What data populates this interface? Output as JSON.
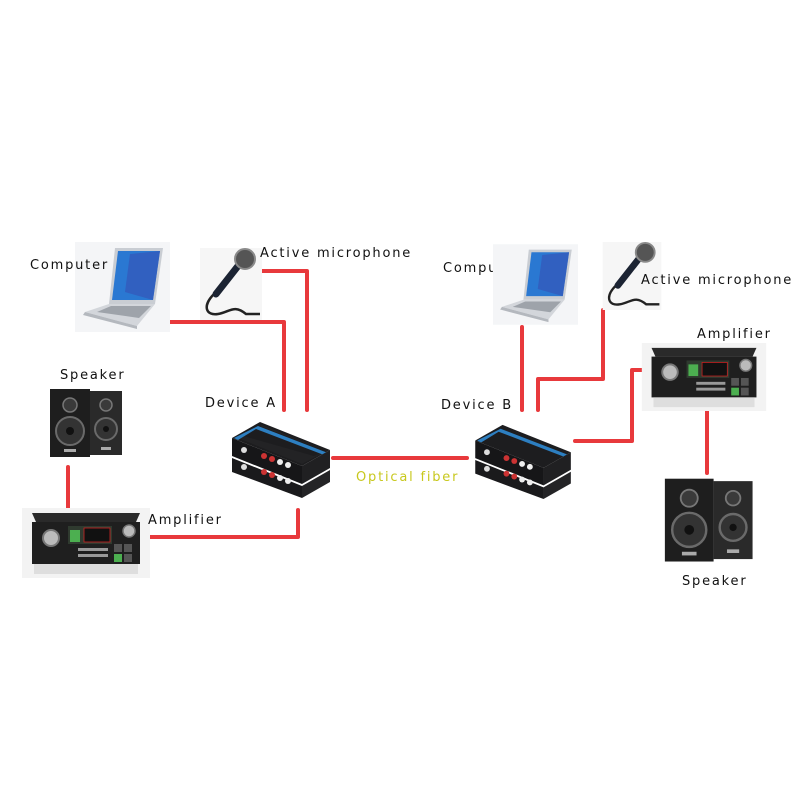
{
  "diagram": {
    "title": "Optical fiber audio transmission",
    "wire_color": "#e8393c",
    "fiber_label_color": "#c8c81e",
    "side_a": {
      "computer": "Computer",
      "microphone": "Active microphone",
      "speaker": "Speaker",
      "amplifier": "Amplifier",
      "device": "Device A"
    },
    "link": {
      "label": "Optical fiber"
    },
    "side_b": {
      "computer": "Computer",
      "microphone": "Active microphone",
      "amplifier": "Amplifier",
      "speaker": "Speaker",
      "device": "Device B"
    },
    "connections": [
      {
        "from": "Computer (A)",
        "to": "Device A"
      },
      {
        "from": "Active microphone (A)",
        "to": "Device A"
      },
      {
        "from": "Device A",
        "to": "Amplifier (A)"
      },
      {
        "from": "Amplifier (A)",
        "to": "Speaker (A)"
      },
      {
        "from": "Device A",
        "to": "Device B",
        "via": "Optical fiber"
      },
      {
        "from": "Computer (B)",
        "to": "Device B"
      },
      {
        "from": "Active microphone (B)",
        "to": "Device B"
      },
      {
        "from": "Device B",
        "to": "Amplifier (B)"
      },
      {
        "from": "Amplifier (B)",
        "to": "Speaker (B)"
      }
    ]
  }
}
